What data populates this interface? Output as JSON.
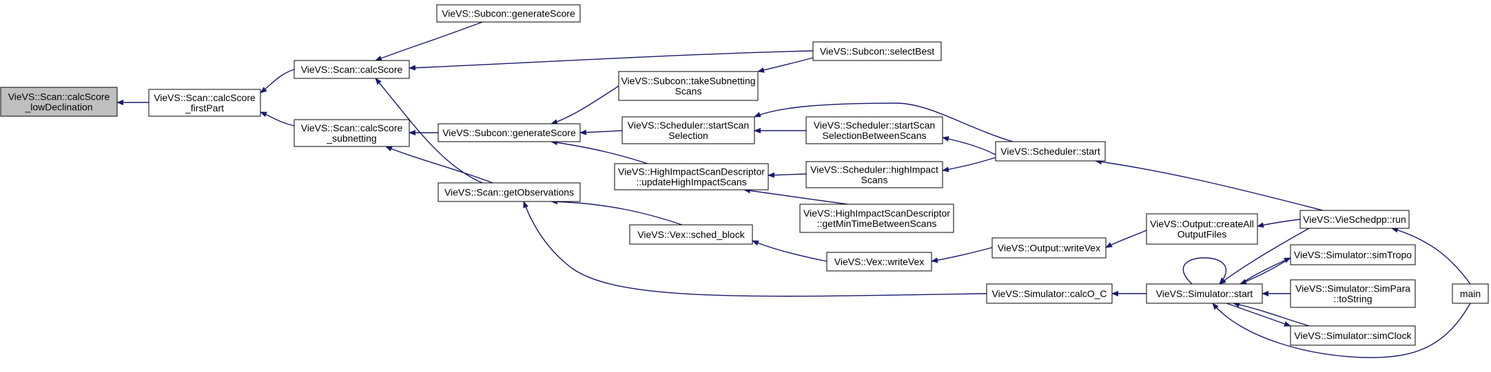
{
  "colors": {
    "edge": "#191970",
    "node_fill": "#ffffff",
    "root_fill": "#bfbfbf",
    "node_border": "#000000"
  },
  "nodes": [
    {
      "id": "n0",
      "lines": [
        "VieVS::Scan::calcScore",
        "_lowDeclination"
      ],
      "root": true
    },
    {
      "id": "n1",
      "lines": [
        "VieVS::Scan::calcScore",
        "_firstPart"
      ]
    },
    {
      "id": "n2",
      "lines": [
        "VieVS::Scan::calcScore"
      ]
    },
    {
      "id": "n3",
      "lines": [
        "VieVS::Scan::calcScore",
        "_subnetting"
      ]
    },
    {
      "id": "n4",
      "lines": [
        "VieVS::Subcon::generateScore"
      ]
    },
    {
      "id": "n5",
      "lines": [
        "VieVS::Subcon::selectBest"
      ]
    },
    {
      "id": "n6",
      "lines": [
        "VieVS::Scan::getObservations"
      ]
    },
    {
      "id": "n7",
      "lines": [
        "VieVS::Subcon::generateScore"
      ]
    },
    {
      "id": "n8",
      "lines": [
        "VieVS::Subcon::takeSubnetting",
        "Scans"
      ]
    },
    {
      "id": "n9",
      "lines": [
        "VieVS::Scheduler::startScan",
        "Selection"
      ]
    },
    {
      "id": "n10",
      "lines": [
        "VieVS::HighImpactScanDescriptor",
        "::updateHighImpactScans"
      ]
    },
    {
      "id": "n11",
      "lines": [
        "VieVS::Vex::sched_block"
      ]
    },
    {
      "id": "n12",
      "lines": [
        "VieVS::Scheduler::startScan",
        "SelectionBetweenScans"
      ]
    },
    {
      "id": "n13",
      "lines": [
        "VieVS::Scheduler::highImpact",
        "Scans"
      ]
    },
    {
      "id": "n14",
      "lines": [
        "VieVS::HighImpactScanDescriptor",
        "::getMinTimeBetweenScans"
      ]
    },
    {
      "id": "n15",
      "lines": [
        "VieVS::Vex::writeVex"
      ]
    },
    {
      "id": "n16",
      "lines": [
        "VieVS::Simulator::calcO_C"
      ]
    },
    {
      "id": "n17",
      "lines": [
        "VieVS::Scheduler::start"
      ]
    },
    {
      "id": "n18",
      "lines": [
        "VieVS::Output::writeVex"
      ]
    },
    {
      "id": "n19",
      "lines": [
        "VieVS::Output::createAll",
        "OutputFiles"
      ]
    },
    {
      "id": "n20",
      "lines": [
        "VieVS::Simulator::start"
      ]
    },
    {
      "id": "n21",
      "lines": [
        "VieVS::VieSchedpp::run"
      ]
    },
    {
      "id": "n22",
      "lines": [
        "VieVS::Simulator::simTropo"
      ]
    },
    {
      "id": "n23",
      "lines": [
        "VieVS::Simulator::SimPara",
        "::toString"
      ]
    },
    {
      "id": "n24",
      "lines": [
        "VieVS::Simulator::simClock"
      ]
    },
    {
      "id": "n25",
      "lines": [
        "main"
      ]
    }
  ],
  "edges": [
    {
      "from": "n1",
      "to": "n0"
    },
    {
      "from": "n2",
      "to": "n1"
    },
    {
      "from": "n3",
      "to": "n1"
    },
    {
      "from": "n4",
      "to": "n2"
    },
    {
      "from": "n5",
      "to": "n2"
    },
    {
      "from": "n6",
      "to": "n2"
    },
    {
      "from": "n7",
      "to": "n3"
    },
    {
      "from": "n6",
      "to": "n3"
    },
    {
      "from": "n5",
      "to": "n8"
    },
    {
      "from": "n8",
      "to": "n7"
    },
    {
      "from": "n9",
      "to": "n7"
    },
    {
      "from": "n10",
      "to": "n7"
    },
    {
      "from": "n11",
      "to": "n6"
    },
    {
      "from": "n16",
      "to": "n6"
    },
    {
      "from": "n12",
      "to": "n9"
    },
    {
      "from": "n17",
      "to": "n9"
    },
    {
      "from": "n13",
      "to": "n10"
    },
    {
      "from": "n14",
      "to": "n10"
    },
    {
      "from": "n15",
      "to": "n11"
    },
    {
      "from": "n17",
      "to": "n12"
    },
    {
      "from": "n17",
      "to": "n13"
    },
    {
      "from": "n18",
      "to": "n15"
    },
    {
      "from": "n20",
      "to": "n16"
    },
    {
      "from": "n21",
      "to": "n17"
    },
    {
      "from": "n19",
      "to": "n18"
    },
    {
      "from": "n21",
      "to": "n19"
    },
    {
      "from": "n20",
      "to": "n20"
    },
    {
      "from": "n21",
      "to": "n20"
    },
    {
      "from": "n22",
      "to": "n20"
    },
    {
      "from": "n23",
      "to": "n20"
    },
    {
      "from": "n24",
      "to": "n20"
    },
    {
      "from": "n25",
      "to": "n20"
    },
    {
      "from": "n25",
      "to": "n21"
    },
    {
      "from": "n20",
      "to": "n22"
    },
    {
      "from": "n20",
      "to": "n24"
    }
  ]
}
